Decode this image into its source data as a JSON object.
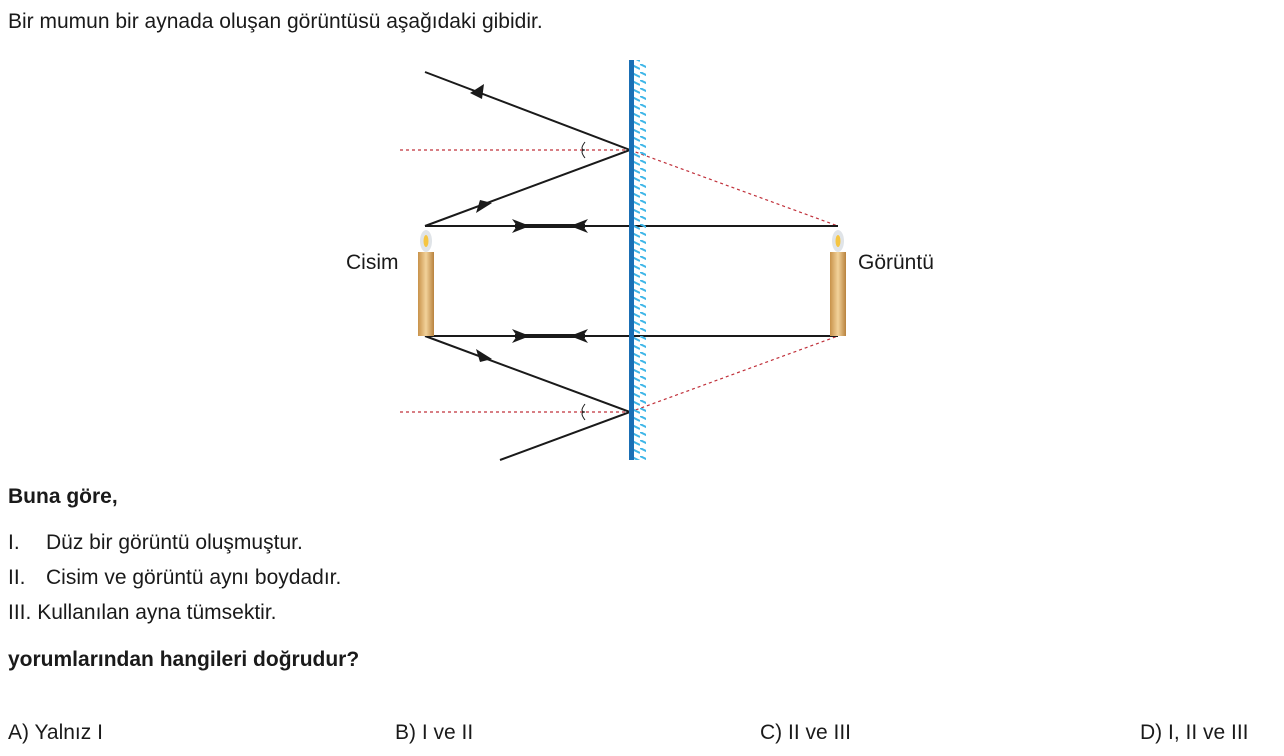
{
  "question": {
    "intro": "Bir mumun bir aynada oluşan görüntüsü aşağıdaki gibidir.",
    "diagram": {
      "object_label": "Cisim",
      "image_label": "Görüntü",
      "colors": {
        "mirror": "#1a6fb5",
        "hatch": "#3fb6e8",
        "normal": "#c0303a",
        "ray": "#1a1a1a"
      }
    },
    "lead": "Buna göre,",
    "statements": [
      {
        "num": "I.",
        "text": "Düz bir görüntü oluşmuştur."
      },
      {
        "num": "II.",
        "text": "Cisim ve görüntü aynı boydadır."
      },
      {
        "num": "III.",
        "text": "Kullanılan ayna tümsektir."
      }
    ],
    "prompt": "yorumlarından hangileri doğrudur?",
    "options": [
      "A) Yalnız I",
      "B) I ve II",
      "C) II ve III",
      "D) I, II ve III"
    ]
  }
}
